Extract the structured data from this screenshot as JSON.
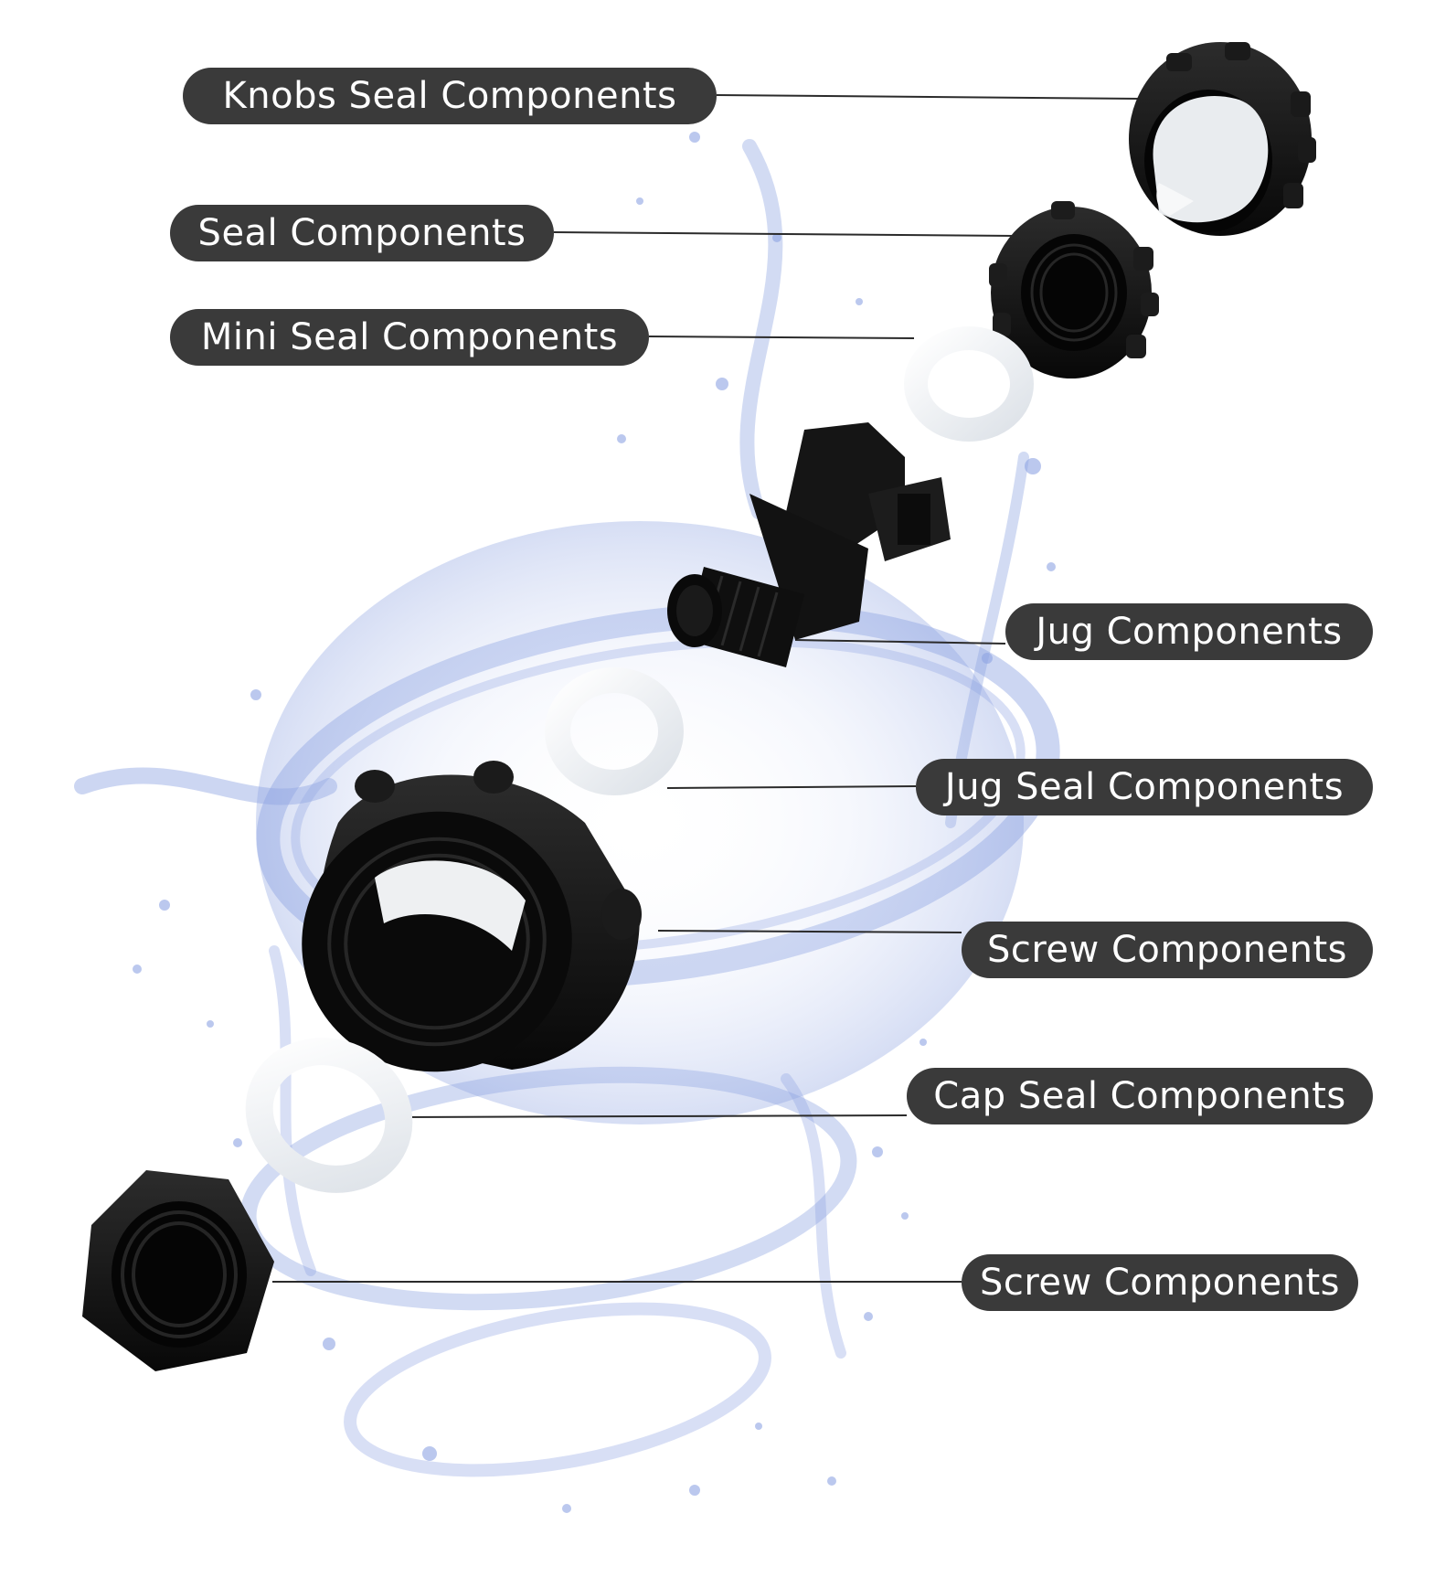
{
  "colors": {
    "label_bg": "#3a3a3a",
    "label_text": "#ffffff",
    "leader_line": "#2b2b2b",
    "part_black": "#121212",
    "part_white": "#f4f5f6",
    "splash_blue": "#7f97dd"
  },
  "labels": [
    {
      "text": "Knobs Seal Components",
      "part_icon": "knob-cap-icon"
    },
    {
      "text": "Seal Components",
      "part_icon": "ribbed-nut-icon"
    },
    {
      "text": "Mini Seal Components",
      "part_icon": "mini-washer-icon"
    },
    {
      "text": "Jug Components",
      "part_icon": "spigot-valve-icon"
    },
    {
      "text": "Jug Seal Components",
      "part_icon": "jug-washer-icon"
    },
    {
      "text": "Screw Components",
      "part_icon": "cap-adapter-icon"
    },
    {
      "text": "Cap Seal Components",
      "part_icon": "cap-washer-icon"
    },
    {
      "text": "Screw Components",
      "part_icon": "hex-nut-icon"
    }
  ]
}
